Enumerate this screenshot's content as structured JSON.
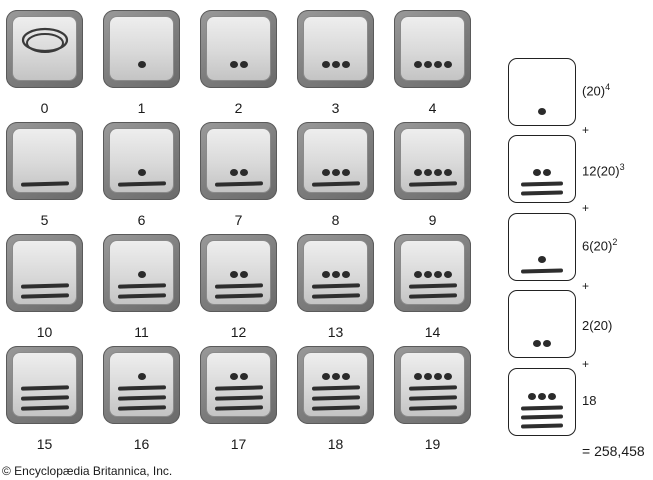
{
  "mayan_numerals": {
    "labels": [
      "0",
      "1",
      "2",
      "3",
      "4",
      "5",
      "6",
      "7",
      "8",
      "9",
      "10",
      "11",
      "12",
      "13",
      "14",
      "15",
      "16",
      "17",
      "18",
      "19"
    ],
    "glyphs": [
      {
        "value": 0,
        "dots": 0,
        "bars": 0,
        "shell": true
      },
      {
        "value": 1,
        "dots": 1,
        "bars": 0
      },
      {
        "value": 2,
        "dots": 2,
        "bars": 0
      },
      {
        "value": 3,
        "dots": 3,
        "bars": 0
      },
      {
        "value": 4,
        "dots": 4,
        "bars": 0
      },
      {
        "value": 5,
        "dots": 0,
        "bars": 1
      },
      {
        "value": 6,
        "dots": 1,
        "bars": 1
      },
      {
        "value": 7,
        "dots": 2,
        "bars": 1
      },
      {
        "value": 8,
        "dots": 3,
        "bars": 1
      },
      {
        "value": 9,
        "dots": 4,
        "bars": 1
      },
      {
        "value": 10,
        "dots": 0,
        "bars": 2
      },
      {
        "value": 11,
        "dots": 1,
        "bars": 2
      },
      {
        "value": 12,
        "dots": 2,
        "bars": 2
      },
      {
        "value": 13,
        "dots": 3,
        "bars": 2
      },
      {
        "value": 14,
        "dots": 4,
        "bars": 2
      },
      {
        "value": 15,
        "dots": 0,
        "bars": 3
      },
      {
        "value": 16,
        "dots": 1,
        "bars": 3
      },
      {
        "value": 17,
        "dots": 2,
        "bars": 3
      },
      {
        "value": 18,
        "dots": 3,
        "bars": 3
      },
      {
        "value": 19,
        "dots": 4,
        "bars": 3
      }
    ]
  },
  "example": {
    "terms": [
      {
        "coeff": "",
        "base": "(20)",
        "exp": "4",
        "dots": 1,
        "bars": 0
      },
      {
        "coeff": "12",
        "base": "(20)",
        "exp": "3",
        "dots": 2,
        "bars": 2
      },
      {
        "coeff": "6",
        "base": "(20)",
        "exp": "2",
        "dots": 1,
        "bars": 1
      },
      {
        "coeff": "2",
        "base": "(20)",
        "exp": "",
        "dots": 2,
        "bars": 0
      },
      {
        "coeff": "18",
        "base": "",
        "exp": "",
        "dots": 3,
        "bars": 3
      }
    ],
    "plus_sign": "+",
    "total": "= 258,458"
  },
  "credit": "© Encyclopædia Britannica, Inc."
}
